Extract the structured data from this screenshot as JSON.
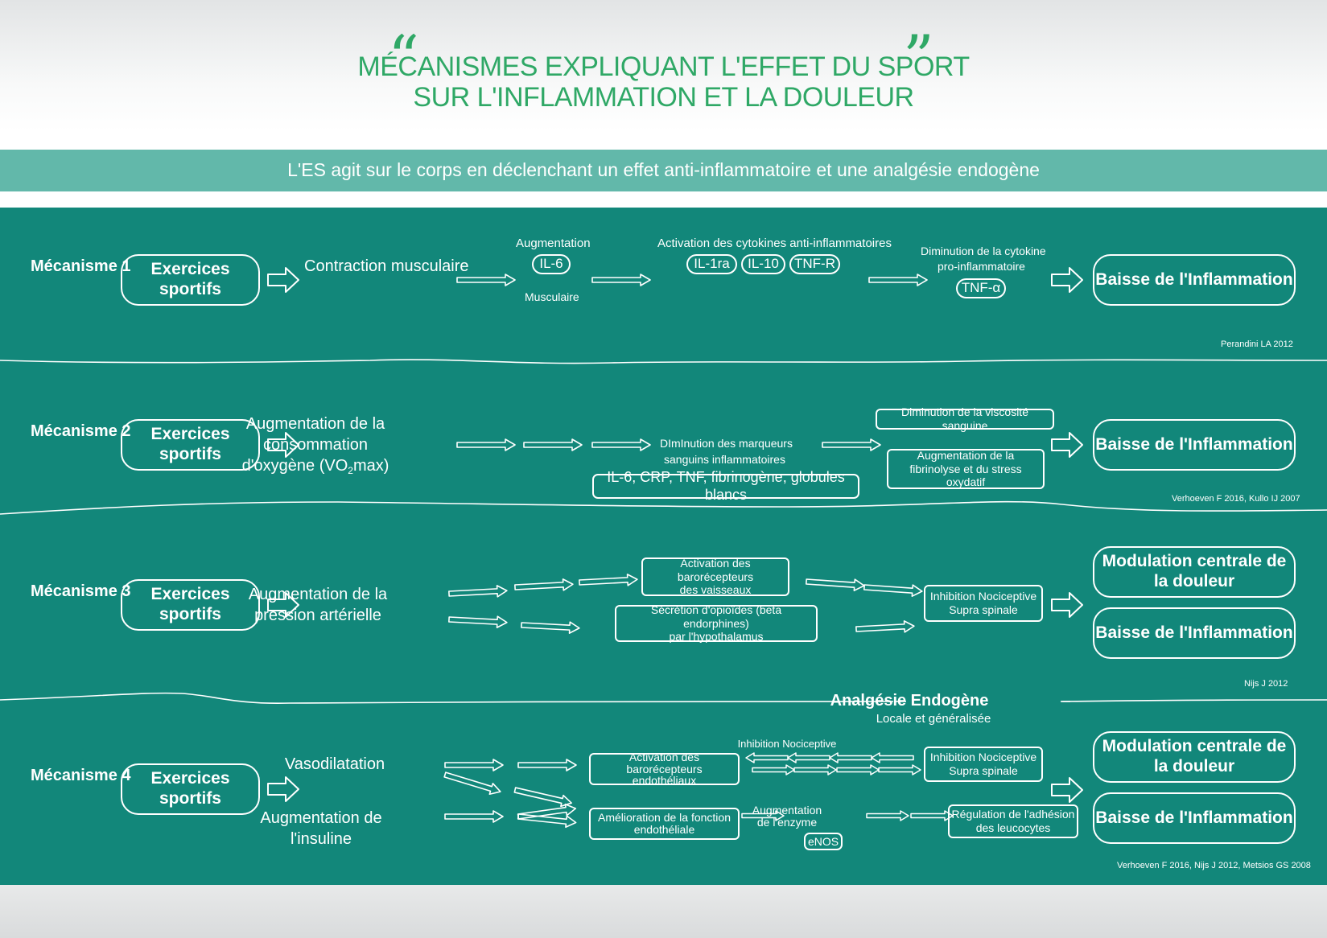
{
  "title": {
    "line1": "MÉCANISMES EXPLIQUANT L'EFFET DU SPORT",
    "line2": "SUR L'INFLAMMATION ET LA DOULEUR"
  },
  "banner": "L'ES agit sur le corps en déclenchant un effet anti-inflammatoire et une analgésie endogène",
  "m1": {
    "label": "Mécanisme 1",
    "start": "Exercices sportifs",
    "contraction": "Contraction musculaire",
    "aug": "Augmentation",
    "il6": "IL-6",
    "musc": "Musculaire",
    "cyto": "Activation des cytokines anti-inflammatoires",
    "il1ra": "IL-1ra",
    "il10": "IL-10",
    "tnfr": "TNF-R",
    "dim1": "Diminution de la cytokine",
    "dim2": "pro-inflammatoire",
    "tnfa": "TNF-α",
    "end": "Baisse de l'Inflammation",
    "ref": "Perandini LA 2012"
  },
  "m2": {
    "label": "Mécanisme 2",
    "start": "Exercices sportifs",
    "o2_1": "Augmentation de la",
    "o2_2": "consommation",
    "o2_3a": "d'oxygène (VO",
    "o2_sub": "2",
    "o2_3b": "max)",
    "dm1": "DImInution des marqueurs",
    "dm2": "sanguins inflammatoires",
    "markers": "IL-6, CRP, TNF, fibrinogène, globules blancs",
    "visc": "Diminution de la viscosité sanguine",
    "fib1": "Augmentation de la",
    "fib2": "fibrinolyse et du stress oxydatif",
    "end": "Baisse de l'Inflammation",
    "ref": "Verhoeven F 2016, Kullo IJ 2007"
  },
  "m3": {
    "label": "Mécanisme 3",
    "start": "Exercices sportifs",
    "pa1": "Augmentation de la",
    "pa2": "pression artérielle",
    "baro1": "Activation des barorécepteurs",
    "baro2": "des vaisseaux",
    "opi1": "Sécrétion d'opioïdes (beta endorphines)",
    "opi2": "par l'hypothalamus",
    "inh1": "Inhibition Nociceptive",
    "inh2": "Supra spinale",
    "mod": "Modulation centrale de la douleur",
    "end": "Baisse de l'Inflammation",
    "ref": "Nijs J 2012"
  },
  "anal": {
    "title": "Analgésie Endogène",
    "sub": "Locale et généralisée"
  },
  "m4": {
    "label": "Mécanisme 4",
    "start": "Exercices sportifs",
    "vaso": "Vasodilatation",
    "ins1": "Augmentation de",
    "ins2": "l'insuline",
    "baro1": "Activation des barorécepteurs",
    "baro2": "endothéliaux",
    "amel1": "Amélioration de la fonction",
    "amel2": "endothéliale",
    "inhlab": "Inhibition Nociceptive",
    "inh1": "Inhibition Nociceptive",
    "inh2": "Supra spinale",
    "enz1": "Augmentation",
    "enz2": "de l'enzyme",
    "enos": "eNOS",
    "reg1": "Régulation de l'adhésion",
    "reg2": "des leucocytes",
    "mod": "Modulation centrale de la douleur",
    "end": "Baisse de l'Inflammation",
    "ref": "Verhoeven F 2016, Nijs J 2012, Metsios GS 2008"
  }
}
